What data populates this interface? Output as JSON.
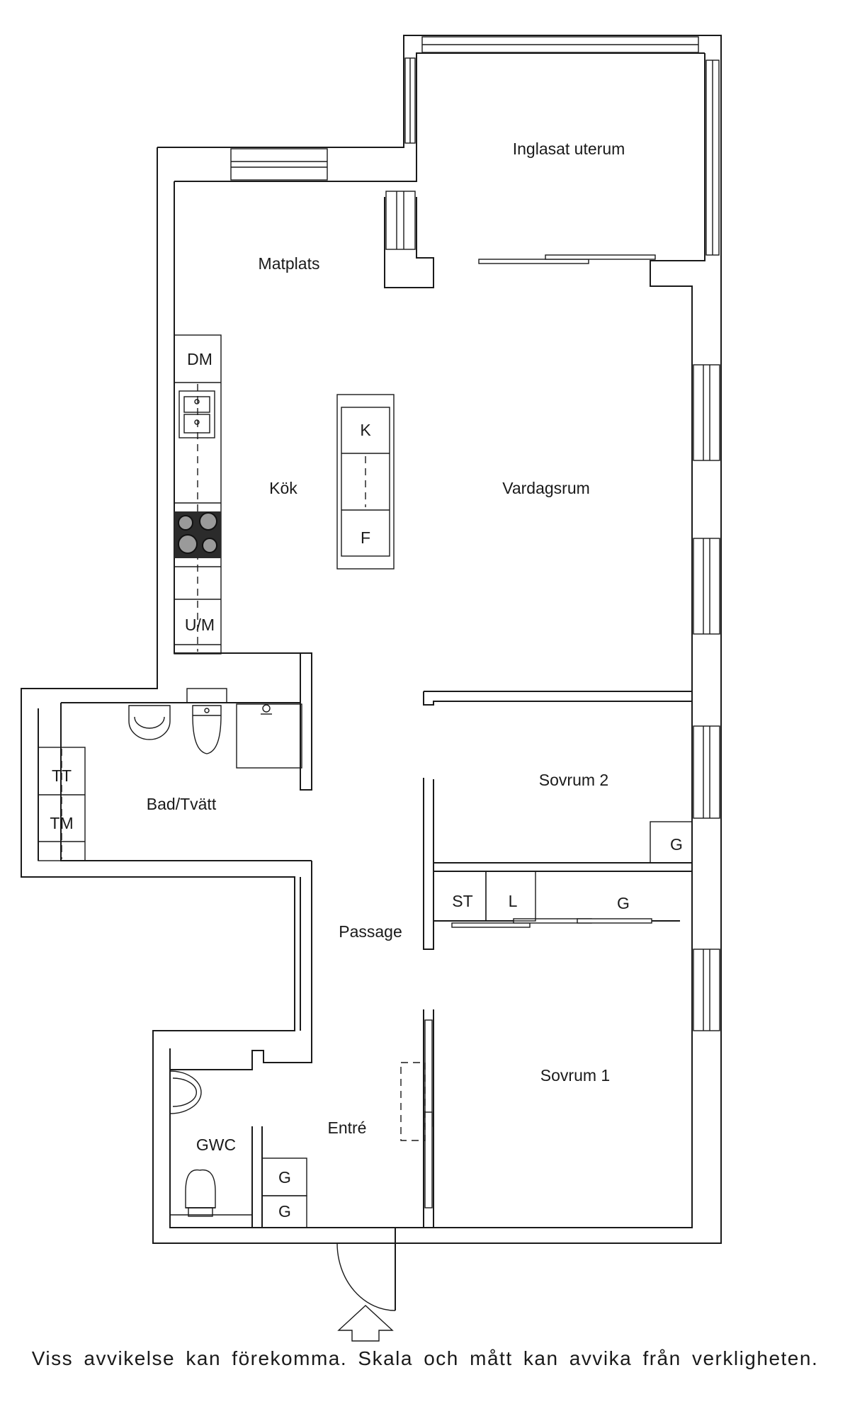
{
  "rooms": {
    "inglasat_uterum": "Inglasat  uterum",
    "matplats": "Matplats",
    "kok": "Kök",
    "vardagsrum": "Vardagsrum",
    "bad_tvatt": "Bad/Tvätt",
    "sovrum_2": "Sovrum  2",
    "passage": "Passage",
    "sovrum_1": "Sovrum  1",
    "entre": "Entré",
    "gwc": "GWC"
  },
  "fixtures": {
    "dm": "DM",
    "k": "K",
    "f": "F",
    "um": "U/M",
    "tt": "TT",
    "tm": "TM",
    "g_sovrum2": "G",
    "st": "ST",
    "l": "L",
    "g_hall": "G",
    "g_entre_1": "G",
    "g_entre_2": "G"
  },
  "disclaimer": "Viss  avvikelse  kan  förekomma.  Skala  och  mått  kan  avvika  från  verkligheten."
}
